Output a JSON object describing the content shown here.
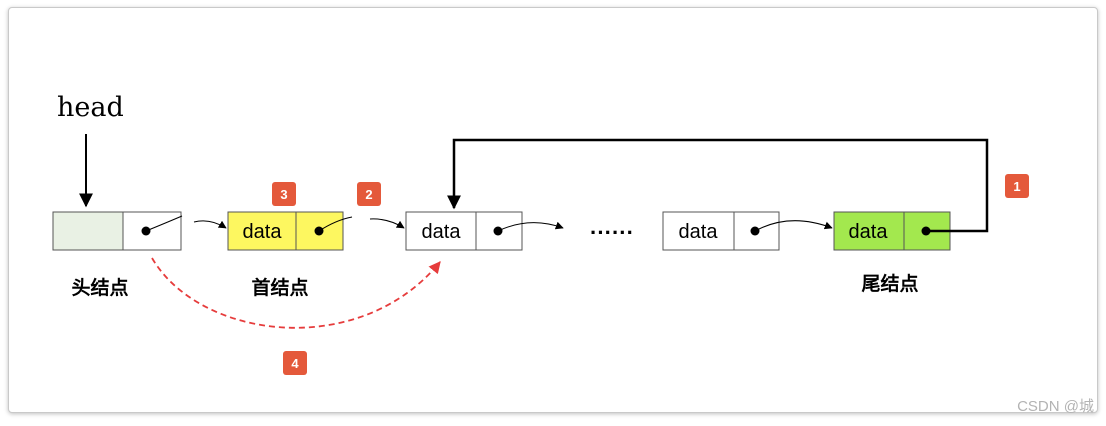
{
  "diagram": {
    "head_label": "head",
    "node_text": "data",
    "ellipsis": "······",
    "labels": {
      "head_node": "头结点",
      "first_node": "首结点",
      "tail_node": "尾结点"
    },
    "badges": [
      "1",
      "2",
      "3",
      "4"
    ],
    "colors": {
      "head_node_fill": "#e9f1e4",
      "first_node_fill": "#fdf760",
      "tail_node_fill": "#a3e84e",
      "badge_fill": "#e4593b",
      "dashed_arrow": "#e63c3c"
    }
  },
  "watermark": "CSDN @城"
}
